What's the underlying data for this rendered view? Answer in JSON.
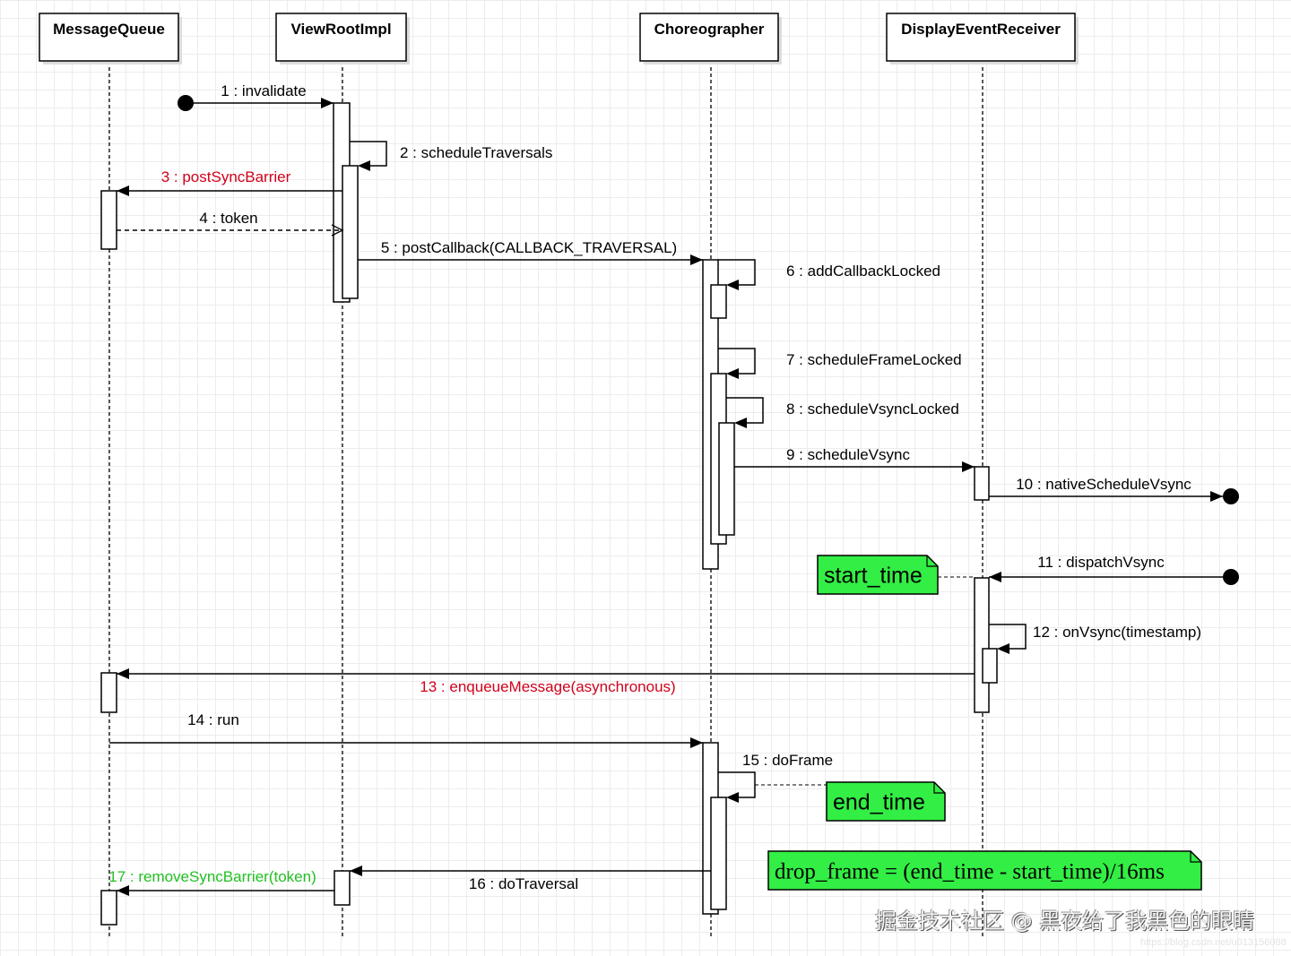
{
  "participants": [
    "MessageQueue",
    "ViewRootImpl",
    "Choreographer",
    "DisplayEventReceiver"
  ],
  "messages": [
    {
      "label": "1 : invalidate",
      "color": "#000000"
    },
    {
      "label": "2 : scheduleTraversals",
      "color": "#000000"
    },
    {
      "label": "3 : postSyncBarrier",
      "color": "#d0021b"
    },
    {
      "label": "4 : token",
      "color": "#000000"
    },
    {
      "label": "5 : postCallback(CALLBACK_TRAVERSAL)",
      "color": "#000000"
    },
    {
      "label": "6 : addCallbackLocked",
      "color": "#000000"
    },
    {
      "label": "7 : scheduleFrameLocked",
      "color": "#000000"
    },
    {
      "label": "8 : scheduleVsyncLocked",
      "color": "#000000"
    },
    {
      "label": "9 : scheduleVsync",
      "color": "#000000"
    },
    {
      "label": "10 : nativeScheduleVsync",
      "color": "#000000"
    },
    {
      "label": "11 : dispatchVsync",
      "color": "#000000"
    },
    {
      "label": "12 : onVsync(timestamp)",
      "color": "#000000"
    },
    {
      "label": "13 : enqueueMessage(asynchronous)",
      "color": "#d0021b"
    },
    {
      "label": "14 : run",
      "color": "#000000"
    },
    {
      "label": "15 : doFrame",
      "color": "#000000"
    },
    {
      "label": "16 : doTraversal",
      "color": "#000000"
    },
    {
      "label": "17 : removeSyncBarrier(token)",
      "color": "#22c022"
    }
  ],
  "notes": [
    {
      "text": "start_time",
      "color": "#33ee44"
    },
    {
      "text": "end_time",
      "color": "#33ee44"
    },
    {
      "text": "drop_frame = (end_time - start_time)/16ms",
      "color": "#33ee44"
    }
  ],
  "watermark": "掘金技术社区 @ 黑夜给了我黑色的眼睛",
  "watermark_url": "https://blog.csdn.net/u013156088"
}
